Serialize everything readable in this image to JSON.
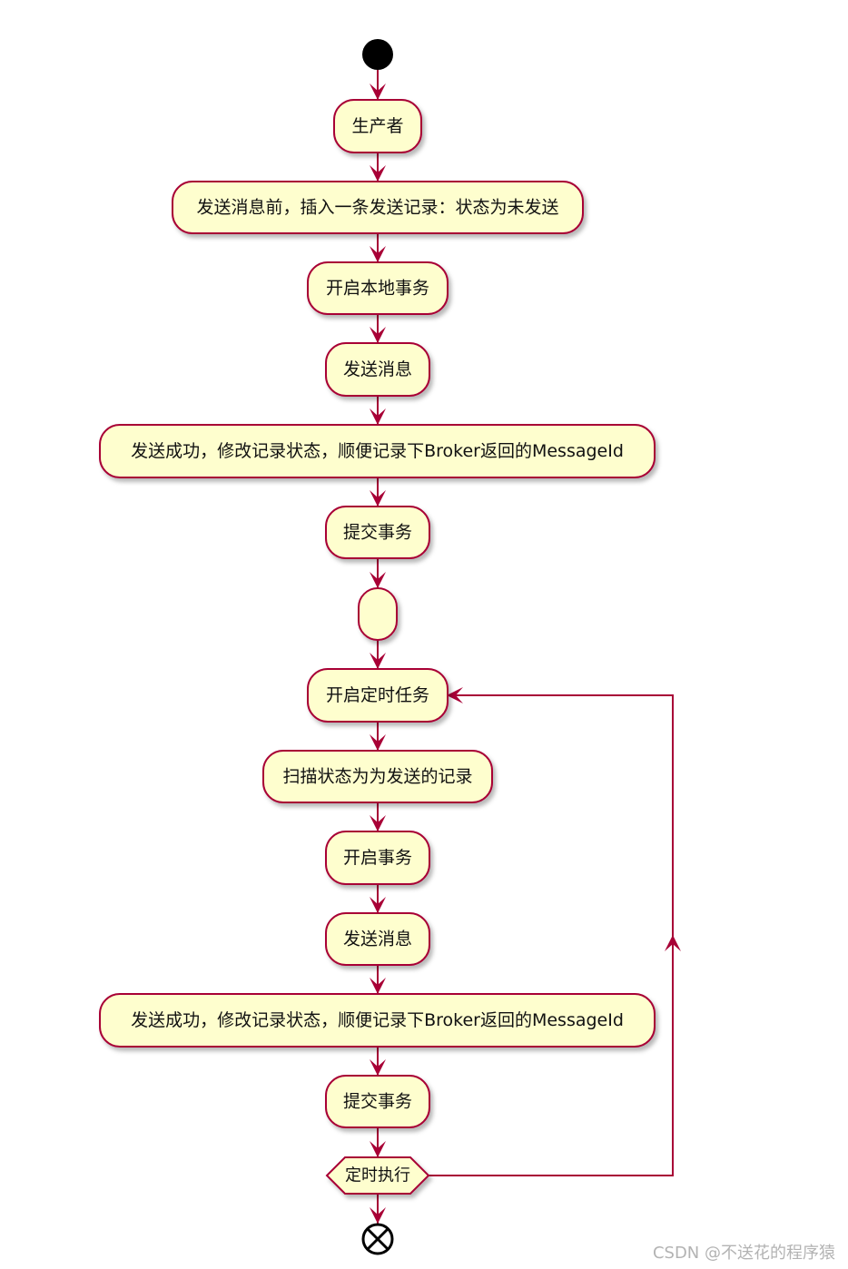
{
  "colors": {
    "node_fill": "#FEFECE",
    "line": "#A80036",
    "node_border": "#A80036",
    "text": "#111111"
  },
  "activities": [
    "生产者",
    "发送消息前，插入一条发送记录：状态为未发送",
    "开启本地事务",
    "发送消息",
    "发送成功，修改记录状态，顺便记录下Broker返回的MessageId",
    "提交事务",
    "",
    "开启定时任务",
    "扫描状态为为发送的记录",
    "开启事务",
    "发送消息",
    "发送成功，修改记录状态，顺便记录下Broker返回的MessageId",
    "提交事务"
  ],
  "loop_condition": "定时执行",
  "watermark": "CSDN @不送花的程序猿"
}
